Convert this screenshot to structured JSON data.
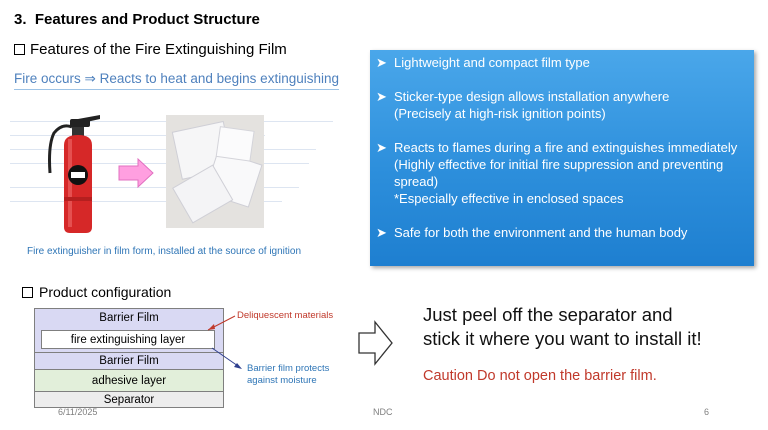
{
  "slide": {
    "title": "3.  Features and Product Structure",
    "features_heading": "Features of the Fire Extinguishing Film",
    "fire_line": "Fire occurs ⇒ Reacts to heat and begins extinguishing",
    "image_caption": "Fire extinguisher in film form, installed at the source of ignition",
    "bullets": [
      {
        "line1": "Lightweight and compact film type"
      },
      {
        "line1": "Sticker-type design allows installation anywhere",
        "line2": "(Precisely at high-risk ignition points)"
      },
      {
        "line1": "Reacts to flames during a fire and extinguishes immediately",
        "line2": "(Highly effective for initial fire suppression and preventing spread)",
        "line3": "*Especially effective in enclosed spaces"
      },
      {
        "line1": "Safe for both the environment and the human body"
      }
    ],
    "product_heading": "Product configuration",
    "layers": {
      "top": "Barrier Film",
      "inner": "fire extinguishing layer",
      "middle": "Barrier Film",
      "adhesive": "adhesive layer",
      "separator": "Separator"
    },
    "annotations": {
      "deliquescent": "Deliquescent materials",
      "barrier_1": "Barrier film protects",
      "barrier_2": "against moisture"
    },
    "peel_line1": "Just peel off the separator and",
    "peel_line2": "stick it where you want to install it!",
    "caution": "Caution Do not open the barrier film."
  },
  "footer": {
    "date": "6/11/2025",
    "center": "NDC",
    "page": "6"
  },
  "colors": {
    "accent_blue": "#2d8fdc",
    "link_blue": "#4f81bd",
    "caution_red": "#c0392b",
    "extinguisher_red": "#d62828"
  },
  "icons": {
    "checkbox": "checkbox-outline-icon",
    "bullet": "arrowhead-bullet-icon",
    "pink_arrow": "pink-right-arrow-icon",
    "outline_arrow": "outline-right-arrow-icon"
  }
}
